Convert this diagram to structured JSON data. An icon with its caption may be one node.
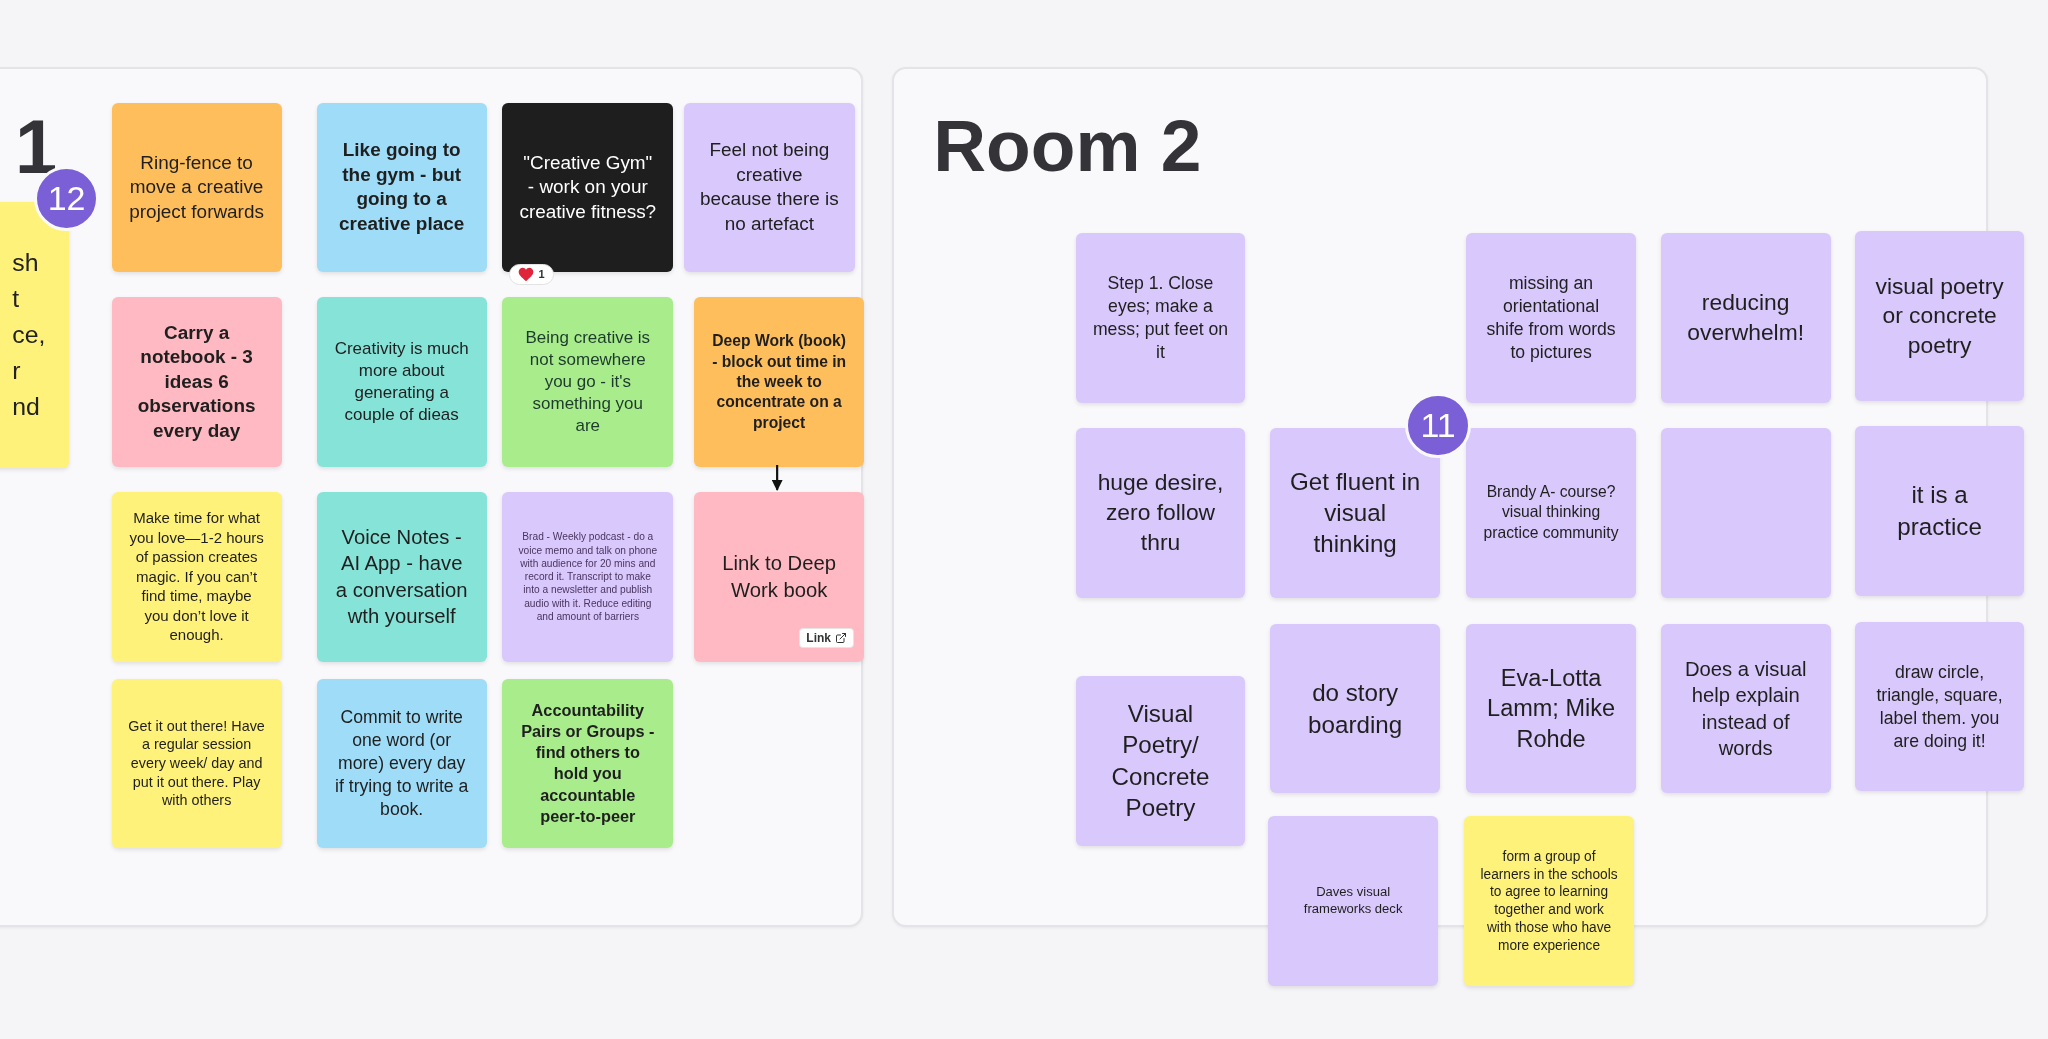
{
  "diagram": {
    "nodes": [
      {
        "text": [
          "1"
        ]
      },
      {
        "text": [
          "sh t ce, r nd"
        ],
        "in": 0
      },
      {
        "text": [
          "Ring-fence to move a creative project forwards"
        ],
        "in": 0
      },
      {
        "text": [
          "Like going to the gym - but going to a creative place"
        ],
        "in": 0
      },
      {
        "text": [
          "\"Creative Gym\" - work on your creative fitness?"
        ],
        "in": 0
      },
      {
        "text": [
          "Feel not being creative because there is no artefact"
        ],
        "in": 0
      },
      {
        "text": [
          "Carry a notebook - 3 ideas 6 observations every day"
        ],
        "in": 0
      },
      {
        "text": [
          "Creativity is much more about generating a couple of dieas"
        ],
        "in": 0
      },
      {
        "text": [
          "Being creative is not somewhere you go - it's something you are"
        ],
        "in": 0
      },
      {
        "text": [
          "Deep Work (book) - block out time in the week to concentrate on a project"
        ],
        "in": 0
      },
      {
        "text": [
          "Make time for what you love—1-2 hours of passion creates magic. If you can’t find time, maybe you don’t love it enough."
        ],
        "in": 0
      },
      {
        "text": [
          "Voice Notes - AI App - have a conversation wth yourself"
        ],
        "in": 0
      },
      {
        "text": [
          "Brad - Weekly podcast - do a voice memo and talk on phone with audience for 20 mins and record it. Transcript to make into a newsletter and publish audio with it. Reduce editing and amount of barriers"
        ],
        "in": 0
      },
      {
        "text": [
          "Link to Deep Work book",
          "Link"
        ],
        "in": 0
      },
      {
        "text": [
          "Get it out there! Have a regular session every week/ day and put it out there. Play with others"
        ],
        "in": 0
      },
      {
        "text": [
          "Commit to write one word (or more) every day if trying to write a book."
        ],
        "in": 0
      },
      {
        "text": [
          "Accountability Pairs or Groups - find others to hold you accountable peer-to-peer"
        ],
        "in": 0
      },
      {
        "text": [
          "Room 2"
        ]
      },
      {
        "text": [
          "Step 1. Close eyes; make a mess; put feet on it"
        ],
        "in": 17
      },
      {
        "text": [
          "missing an orientational shife from words to pictures"
        ],
        "in": 17
      },
      {
        "text": [
          "reducing overwhelm!"
        ],
        "in": 17
      },
      {
        "text": [
          "visual poetry or concrete poetry"
        ]
      },
      {
        "text": [
          "huge desire, zero follow thru"
        ],
        "in": 17
      },
      {
        "text": [
          "Get fluent in visual thinking"
        ],
        "in": 17
      },
      {
        "text": [
          "Brandy A- course? visual thinking practice community"
        ],
        "in": 17
      },
      {
        "text": [],
        "shape": "box",
        "in": 17
      },
      {
        "text": [
          "it is a practice"
        ]
      },
      {
        "text": [
          "Visual Poetry/ Concrete Poetry"
        ],
        "in": 17
      },
      {
        "text": [
          "do story boarding"
        ],
        "in": 17
      },
      {
        "text": [
          "Eva-Lotta Lamm; Mike Rohde"
        ],
        "in": 17
      },
      {
        "text": [
          "Does a visual help explain instead of words"
        ],
        "in": 17
      },
      {
        "text": [
          "draw circle, triangle, square, label them. you are doing it!"
        ]
      },
      {
        "text": [
          "Daves visual frameworks deck"
        ]
      },
      {
        "text": [
          "form a group of learners in the schools to agree to learning together and work with those who have more experience"
        ]
      }
    ],
    "edges": [
      {
        "from": 9,
        "to": 13,
        "arrow": "to"
      }
    ],
    "labels": [
      "12",
      "1",
      "11"
    ]
  }
}
